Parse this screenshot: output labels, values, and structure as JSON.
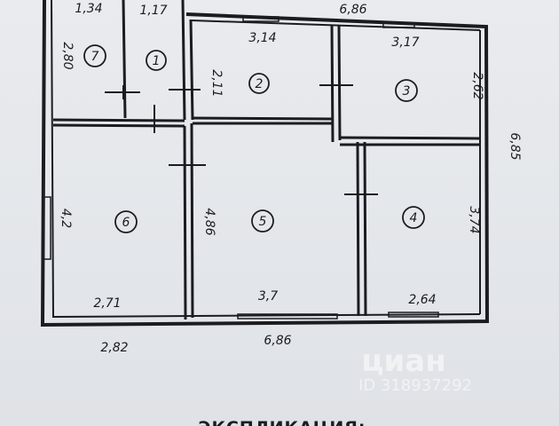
{
  "dimensions": {
    "top_overall": "6,86",
    "bottom_overall": "6,86",
    "right_side": "6,85",
    "room7_width": "1,34",
    "room7_height": "2,80",
    "room1_width": "1,17",
    "room2_width": "3,14",
    "room2_height": "2,11",
    "room3_width": "3,17",
    "room3_height": "2,62",
    "room6_height": "4,2",
    "room6_width": "2,71",
    "room6_outer_width": "2,82",
    "room5_height": "4,86",
    "room5_width": "3,7",
    "room4_height": "3,74",
    "room4_width": "2,64"
  },
  "rooms": [
    {
      "id": "7",
      "label": "7"
    },
    {
      "id": "1",
      "label": "1"
    },
    {
      "id": "2",
      "label": "2"
    },
    {
      "id": "3",
      "label": "3"
    },
    {
      "id": "6",
      "label": "6"
    },
    {
      "id": "5",
      "label": "5"
    },
    {
      "id": "4",
      "label": "4"
    }
  ],
  "watermark": {
    "brand": "циан",
    "listing_id": "ID 318937292"
  },
  "caption": "ЭКСПЛИКАЦИЯ:",
  "colors": {
    "ink": "#1a1c22",
    "paper": "#e7e9ec",
    "watermark": "#ffffff"
  }
}
